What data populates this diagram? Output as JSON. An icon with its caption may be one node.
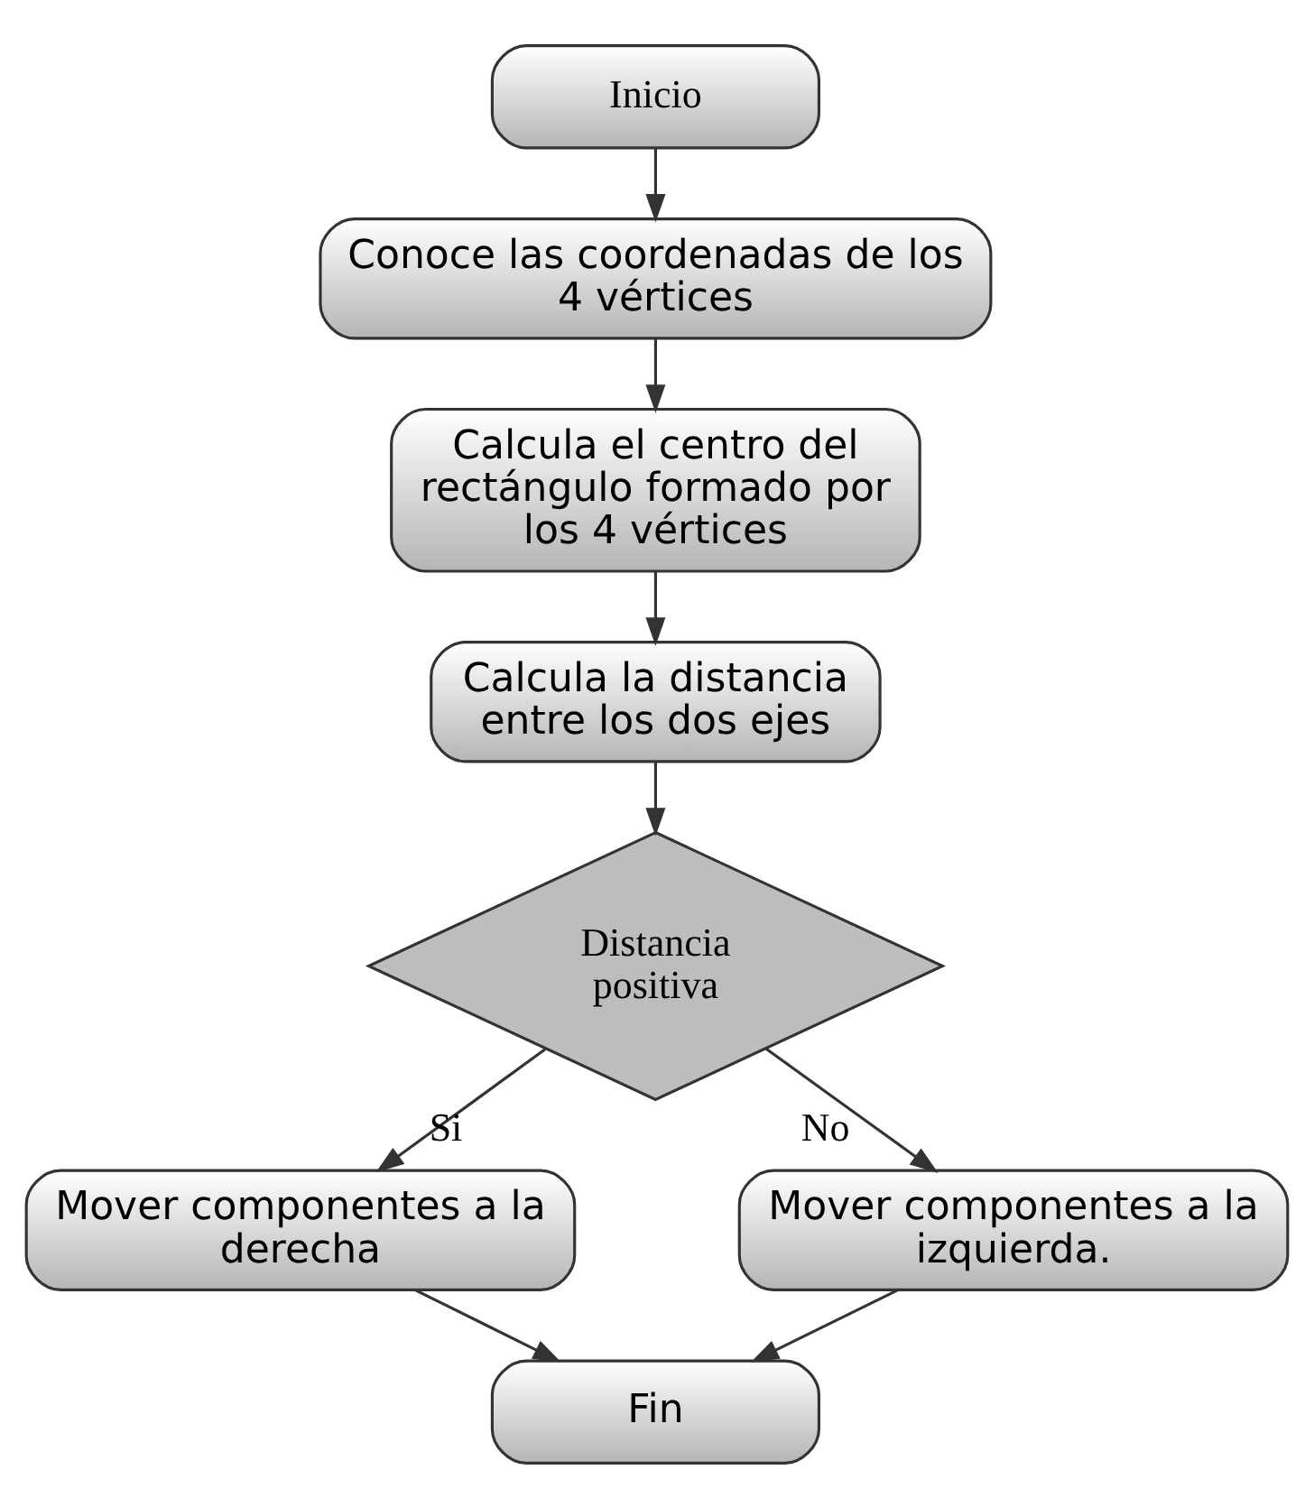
{
  "diagram": {
    "nodes": [
      {
        "text": [
          "Inicio"
        ]
      },
      {
        "text": [
          "Conoce las coordenadas de los 4 vértices"
        ]
      },
      {
        "text": [
          "Calcula el centro del rectángulo formado por los 4 vértices"
        ]
      },
      {
        "text": [
          "Calcula la distancia entre los dos ejes"
        ]
      },
      {
        "text": [
          "Distancia positiva"
        ]
      },
      {
        "text": [
          "Mover componentes a la derecha"
        ]
      },
      {
        "text": [
          "Mover componentes a la izquierda."
        ]
      },
      {
        "text": [
          "Fin"
        ]
      }
    ],
    "edges": [
      {
        "from": 0,
        "to": 1,
        "arrow": "to"
      },
      {
        "from": 1,
        "to": 2,
        "arrow": "to"
      },
      {
        "from": 2,
        "to": 3,
        "arrow": "to"
      },
      {
        "from": 3,
        "to": 4,
        "arrow": "to"
      },
      {
        "from": 4,
        "to": 6,
        "arrow": "to",
        "label": "No"
      },
      {
        "from": 4,
        "to": 5,
        "arrow": "to",
        "label": "Si"
      },
      {
        "from": 5,
        "to": 7,
        "arrow": "to"
      },
      {
        "from": 6,
        "to": 7,
        "arrow": "to"
      }
    ]
  }
}
